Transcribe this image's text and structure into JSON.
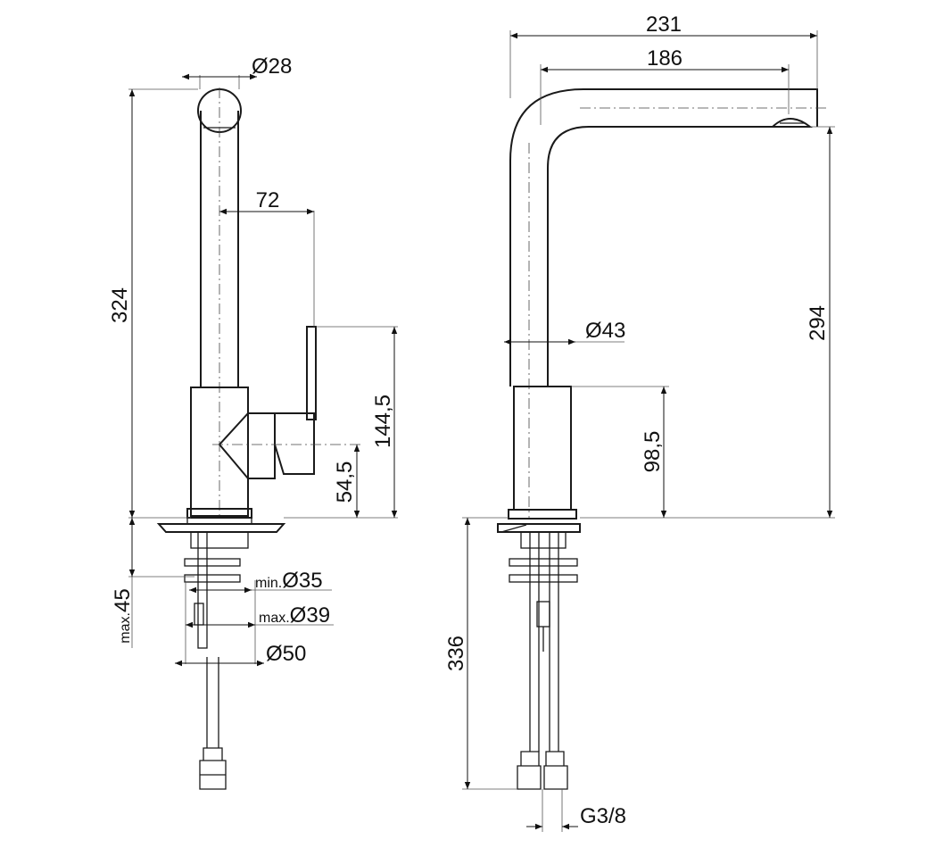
{
  "dimensions": {
    "d28": "Ø28",
    "d72": "72",
    "d324": "324",
    "d144": "144,5",
    "d54": "54,5",
    "max45_prefix": "max.",
    "max45_value": "45",
    "min35_prefix": "min.",
    "min35_value": "Ø35",
    "max39_prefix": "max.",
    "max39_value": "Ø39",
    "d50": "Ø50",
    "d231": "231",
    "d186": "186",
    "d294": "294",
    "d43": "Ø43",
    "d98": "98,5",
    "d336": "336",
    "thread": "G3/8"
  },
  "colors": {
    "line": "#1a1a1a",
    "background": "#ffffff"
  }
}
